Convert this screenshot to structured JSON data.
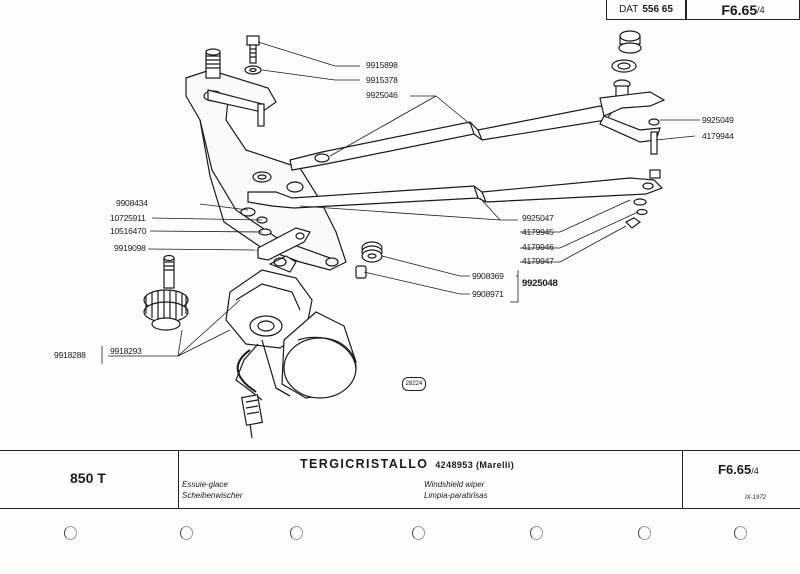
{
  "header": {
    "dat_label": "DAT",
    "dat_number": "556 65",
    "code": "F6.65",
    "code_suffix": "/4"
  },
  "parts": [
    {
      "id": "p1",
      "number": "9915898"
    },
    {
      "id": "p2",
      "number": "9915378"
    },
    {
      "id": "p3",
      "number": "9925046"
    },
    {
      "id": "p4",
      "number": "9925049"
    },
    {
      "id": "p5",
      "number": "4179944"
    },
    {
      "id": "p6",
      "number": "9908434"
    },
    {
      "id": "p7",
      "number": "10725911"
    },
    {
      "id": "p8",
      "number": "10516470"
    },
    {
      "id": "p9",
      "number": "9919098"
    },
    {
      "id": "p10",
      "number": "9925047"
    },
    {
      "id": "p11",
      "number": "4179945"
    },
    {
      "id": "p12",
      "number": "4179946"
    },
    {
      "id": "p13",
      "number": "4179947"
    },
    {
      "id": "p14",
      "number": "9908369"
    },
    {
      "id": "p15",
      "number": "9908971"
    },
    {
      "id": "p16",
      "number": "9925048"
    },
    {
      "id": "p17",
      "number": "9918288"
    },
    {
      "id": "p18",
      "number": "9918293"
    }
  ],
  "figure_number": "28224",
  "footer": {
    "model": "850 T",
    "title": "TERGICRISTALLO",
    "title_sub": "4248953 (Marelli)",
    "fr": "Essuie-glace",
    "de": "Scheibenwischer",
    "en": "Windshield wiper",
    "es": "Limpia-parabrisas",
    "code": "F6.65",
    "code_suffix": "/4",
    "date": "IX-1972"
  }
}
